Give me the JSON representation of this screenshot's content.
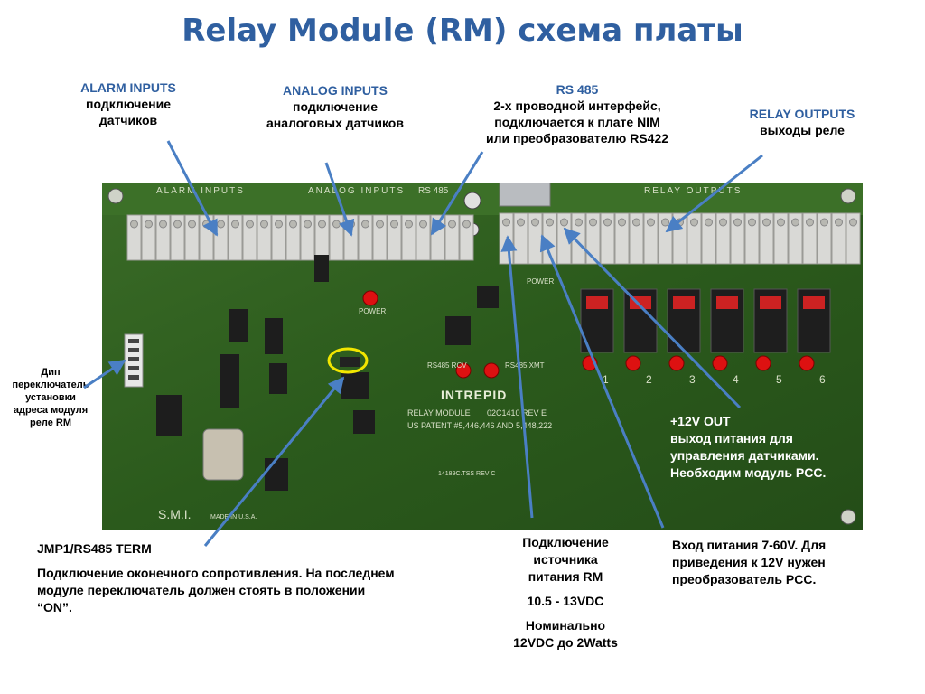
{
  "title": "Relay Module (RM) схема платы",
  "top_labels": {
    "alarm": {
      "head": "ALARM INPUTS",
      "body": "подключение\nдатчиков"
    },
    "analog": {
      "head": "ANALOG INPUTS",
      "body": "подключение\nаналоговых датчиков"
    },
    "rs485": {
      "head": "RS 485",
      "body": "2-х проводной интерфейс,\nподключается к плате NIM\nили преобразователю RS422"
    },
    "relay": {
      "head": "RELAY OUTPUTS",
      "body": "выходы реле"
    }
  },
  "left_label": "Дип\nпереключатель\nустановки\nадреса модуля\nреле RM",
  "right_label": "+12V OUT\nвыход питания для\nуправления датчиками.\nНеобходим модуль PCC.",
  "bottom_left": {
    "head": "JMP1/RS485 TERM",
    "body": "Подключение оконечного сопротивления. На последнем\nмодуле переключатель должен стоять в положении\n“ON”."
  },
  "bottom_mid": {
    "line1": "Подключение\nисточника\nпитания RM",
    "line2": "10.5 - 13VDC",
    "line3": "Номинально\n12VDC до 2Watts"
  },
  "bottom_right": "Вход питания 7-60V. Для\nприведения к 12V нужен\nпреобразователь PCC.",
  "board_text": {
    "alarm_inputs": "ALARM INPUTS",
    "analog_inputs": "ANALOG INPUTS",
    "rs485": "RS 485",
    "relay_outputs": "RELAY OUTPUTS",
    "brand": "INTREPID",
    "patent": "US PATENT #5,446,446 AND 5,448,222",
    "module": "RELAY MODULE",
    "part": "02C1410 REV E",
    "smi": "S.M.I.",
    "made_in": "MADE IN U.S.A.",
    "power": "POWER",
    "rs485_rcv": "RS485 RCV",
    "rs485_xmt": "RS485 XMT",
    "board_no": "14189C.TSS    REV C",
    "relay_numbers": [
      "1",
      "2",
      "3",
      "4",
      "5",
      "6"
    ]
  },
  "colors": {
    "accent": "#2f5fa0",
    "arrow": "#4a7fc4",
    "board": "#2f5a1e",
    "highlight": "#f2e600"
  }
}
